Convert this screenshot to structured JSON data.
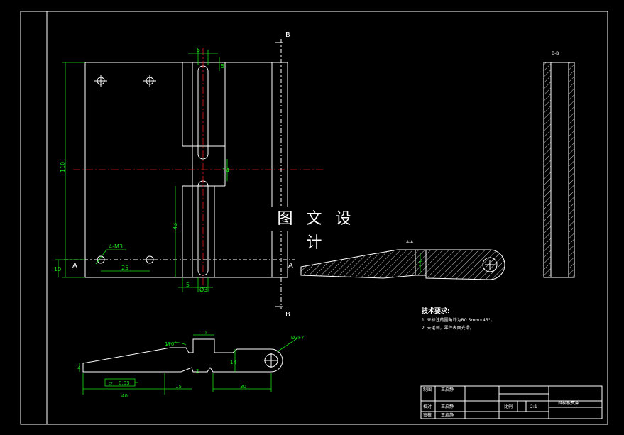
{
  "watermark": "图 文 设 计",
  "section_marks": {
    "b_top": "B",
    "b_bottom": "B",
    "a_left": "A",
    "a_right": "A",
    "bb_title": "B-B",
    "aa_title": "A-A"
  },
  "front_view_dims": {
    "slot_width": "5",
    "slot_end": "5",
    "total_height": "110",
    "gap": "14",
    "slot_length": "43",
    "bottom_offset": "10",
    "hole_spacing": "25",
    "hole_note": "4-M3",
    "bottom_left": "5",
    "bottom_right": "Ø3"
  },
  "section_dims": {
    "thickness": "15"
  },
  "side_view_dims": {
    "angle": "170°",
    "top_width": "10",
    "end_height": "4",
    "height": "14",
    "small": "2",
    "flatness_sym": "▱",
    "flatness_val": "0.03",
    "len_40": "40",
    "len_15": "15",
    "len_30": "30",
    "hole": "Ø3F7"
  },
  "tech_notes": {
    "title": "技术要求:",
    "line1": "1. 未标注的圆角均为R0.5mm×45°。",
    "line2": "2. 去毛刺，零件表面光滑。"
  },
  "title_block": {
    "design_label": "制图",
    "design_name": "王启静",
    "check_label": "校对",
    "check_name": "王启静",
    "approve_label": "审核",
    "approve_name": "王启静",
    "scale_label": "比例",
    "scale_value": "2:1",
    "part_name": "斜楔板支架"
  }
}
